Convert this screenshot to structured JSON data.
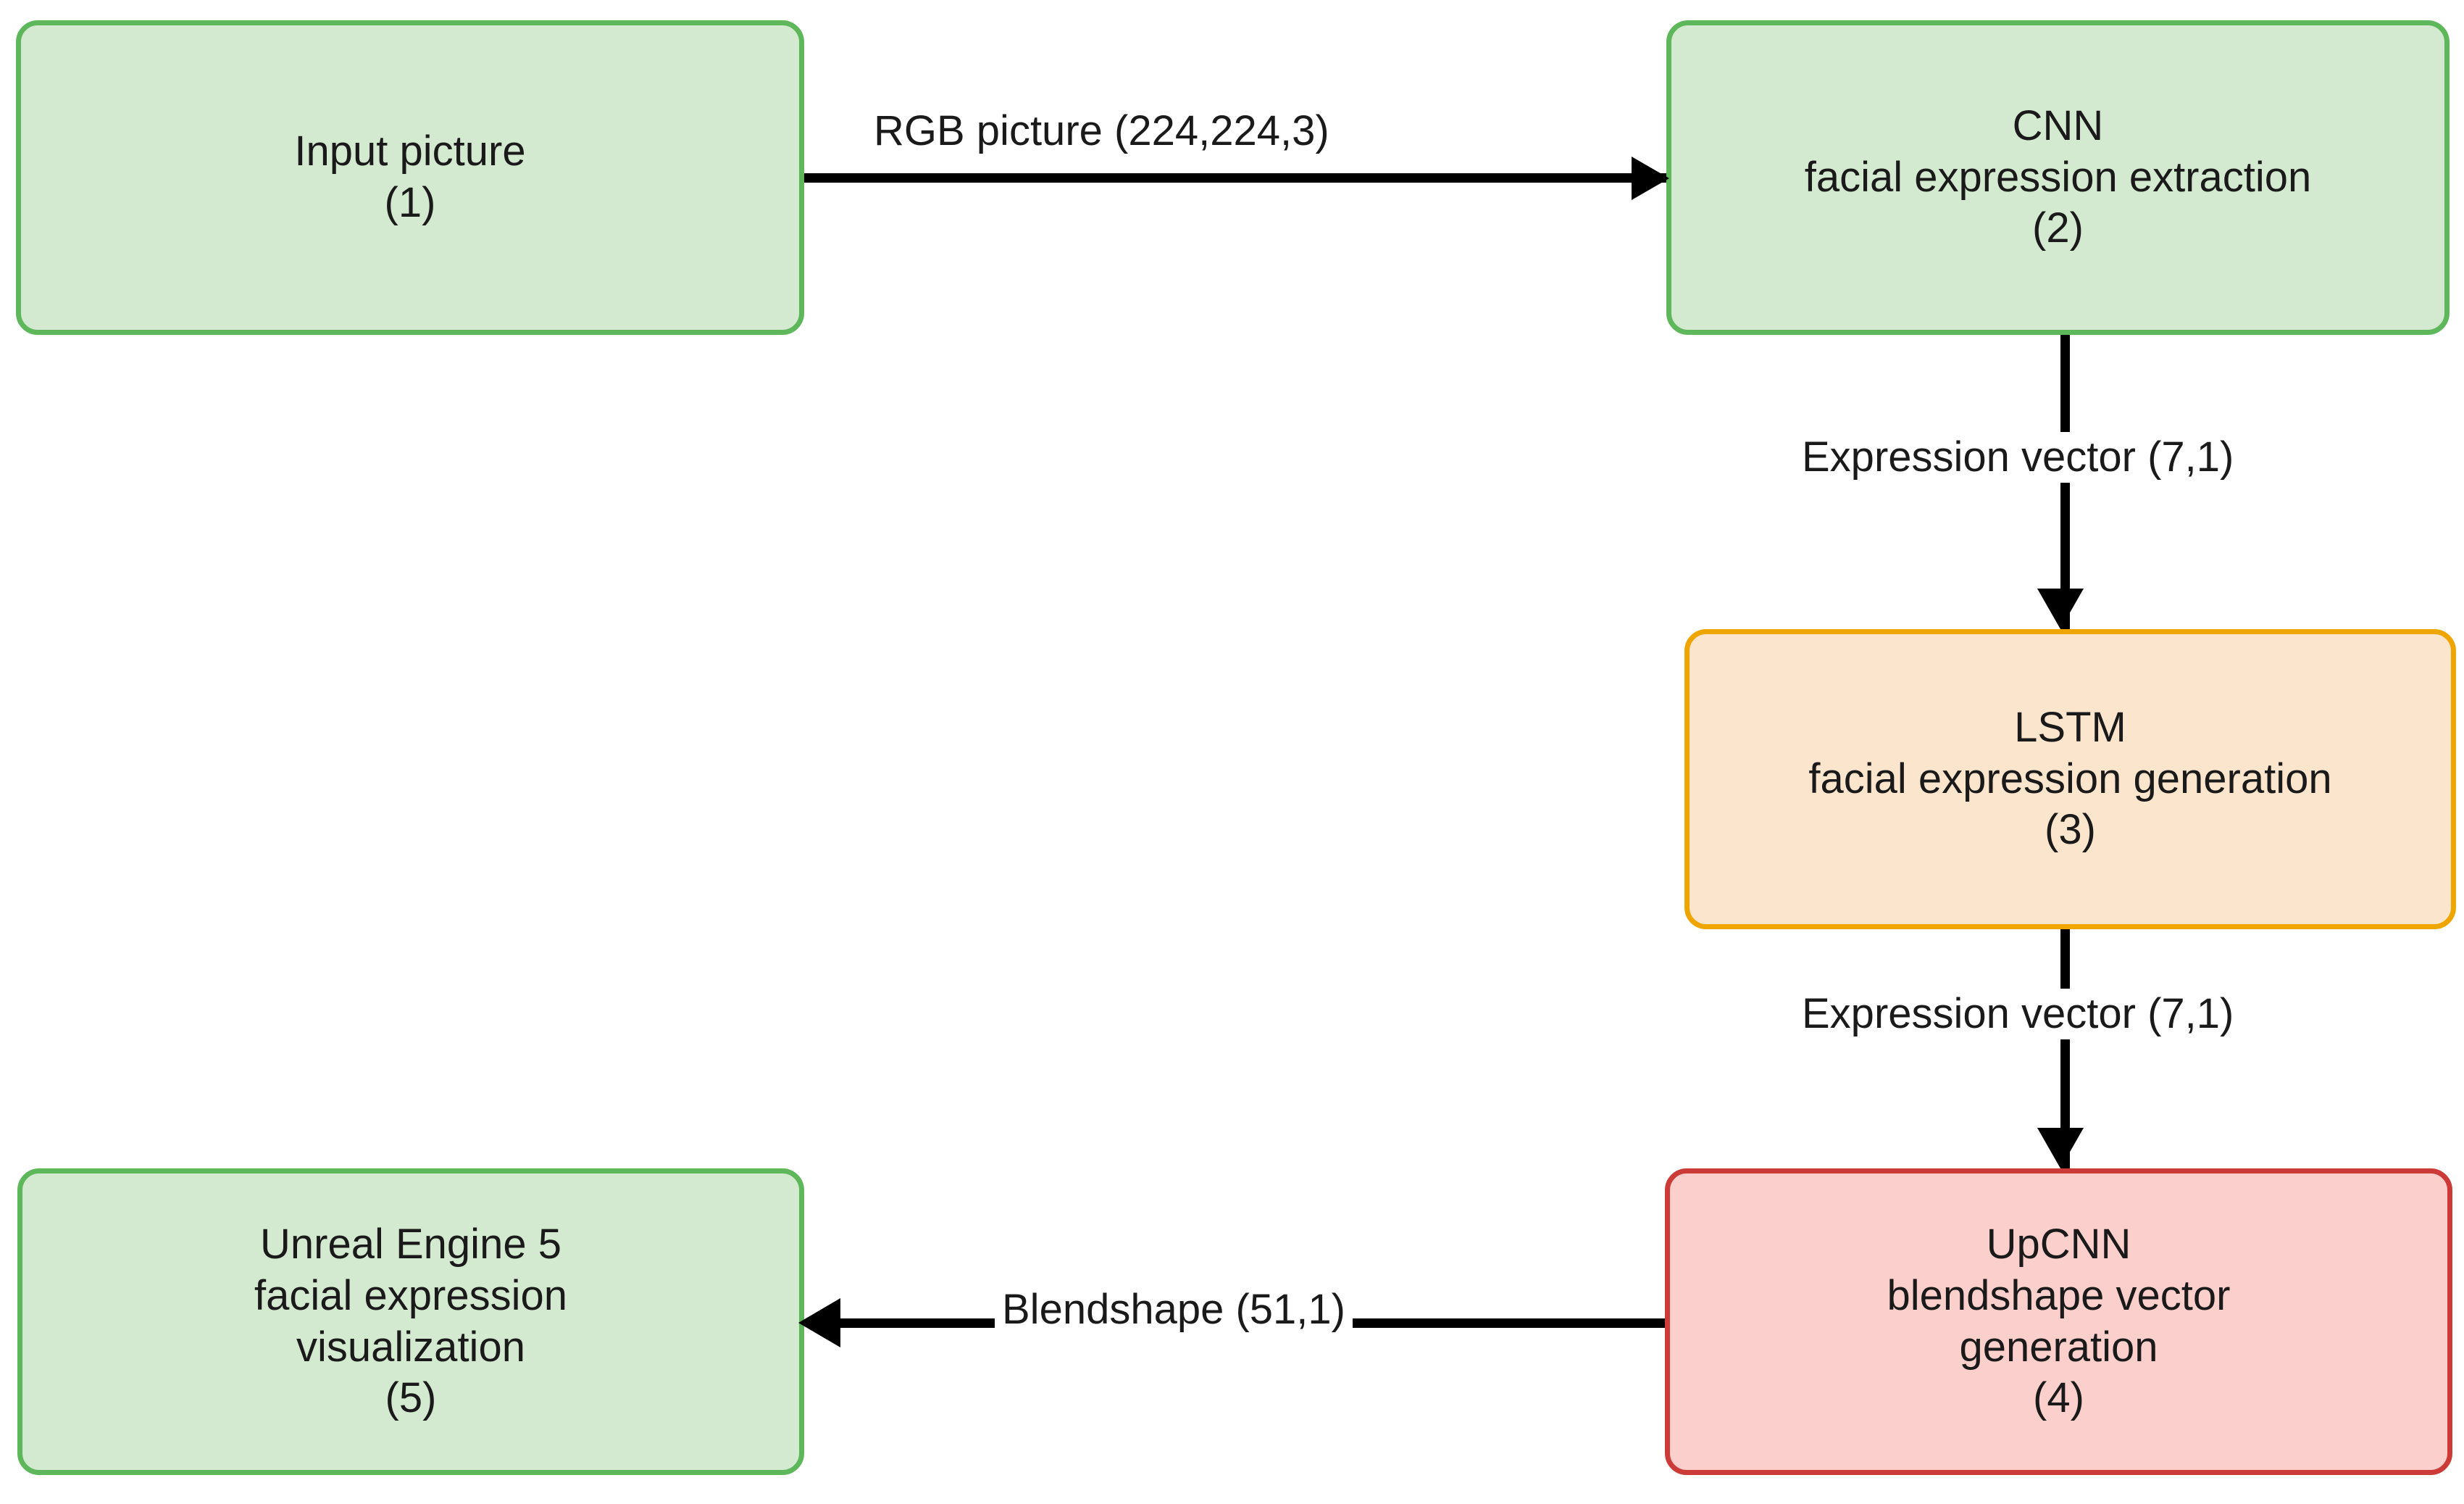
{
  "diagram": {
    "title": "Facial expression pipeline flowchart",
    "colors": {
      "green_fill": "#d4ead0",
      "green_border": "#5eb75b",
      "orange_fill": "#fce5cd",
      "orange_border": "#efa500",
      "red_fill": "#fbcfcb",
      "red_border": "#cc3b38",
      "edge": "#000000",
      "background": "#ffffff"
    },
    "nodes": [
      {
        "id": "1",
        "style": "green",
        "lines": [
          "Input picture",
          "(1)"
        ],
        "line1": "Input picture",
        "line2": "(1)",
        "line3": "",
        "line4": ""
      },
      {
        "id": "2",
        "style": "green",
        "lines": [
          "CNN",
          "facial expression extraction",
          "(2)"
        ],
        "line1": "CNN",
        "line2": "facial expression extraction",
        "line3": "(2)",
        "line4": ""
      },
      {
        "id": "3",
        "style": "orange",
        "lines": [
          "LSTM",
          "facial expression generation",
          "(3)"
        ],
        "line1": "LSTM",
        "line2": "facial expression generation",
        "line3": "(3)",
        "line4": ""
      },
      {
        "id": "4",
        "style": "red",
        "lines": [
          "UpCNN",
          "blendshape vector",
          "generation",
          "(4)"
        ],
        "line1": "UpCNN",
        "line2": "blendshape vector",
        "line3": "generation",
        "line4": "(4)"
      },
      {
        "id": "5",
        "style": "green",
        "lines": [
          "Unreal Engine 5",
          "facial expression",
          "visualization",
          "(5)"
        ],
        "line1": "Unreal Engine 5",
        "line2": "facial expression",
        "line3": "visualization",
        "line4": "(5)"
      }
    ],
    "edges": [
      {
        "id": "e1",
        "from": "1",
        "to": "2",
        "label": "RGB picture (224,224,3)",
        "direction": "right"
      },
      {
        "id": "e2",
        "from": "2",
        "to": "3",
        "label": "Expression vector (7,1)",
        "direction": "down"
      },
      {
        "id": "e3",
        "from": "3",
        "to": "4",
        "label": "Expression vector (7,1)",
        "direction": "down"
      },
      {
        "id": "e4",
        "from": "4",
        "to": "5",
        "label": "Blendshape (51,1)",
        "direction": "left"
      }
    ]
  }
}
